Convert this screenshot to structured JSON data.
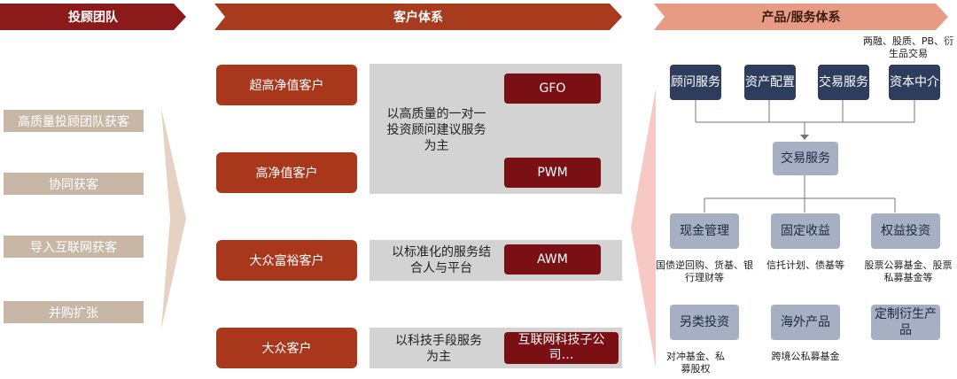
{
  "headers": {
    "advisor_team": "投顾团队",
    "customer_system": "客户体系",
    "product_service": "产品/服务体系"
  },
  "acquisition": {
    "items": [
      {
        "label": "高质量投顾团队获客"
      },
      {
        "label": "协同获客"
      },
      {
        "label": "导入互联网获客"
      },
      {
        "label": "并购扩张"
      }
    ]
  },
  "customers": {
    "tiers": [
      {
        "label": "超高净值客户"
      },
      {
        "label": "高净值客户"
      },
      {
        "label": "大众富裕客户"
      },
      {
        "label": "大众客户"
      }
    ],
    "service_modes": [
      {
        "label": "以高质量的一对一投资顾问建议服务为主"
      },
      {
        "label": "以标准化的服务结合人与平台"
      },
      {
        "label": "以科技手段服务为主"
      }
    ],
    "channels": [
      {
        "label": "GFO"
      },
      {
        "label": "PWM"
      },
      {
        "label": "AWM"
      },
      {
        "label": "互联网科技子公司…"
      }
    ]
  },
  "products": {
    "top_note": "两融、股质、PB、衍生品交易",
    "top": [
      {
        "label": "顾问服务"
      },
      {
        "label": "资产配置"
      },
      {
        "label": "交易服务"
      },
      {
        "label": "资本中介"
      }
    ],
    "center": {
      "label": "交易服务"
    },
    "categories": [
      {
        "label": "现金管理",
        "note": "国债逆回购、货基、银行理财等"
      },
      {
        "label": "固定收益",
        "note": "信托计划、债基等"
      },
      {
        "label": "权益投资",
        "note": "股票公募基金、股票私募基金等"
      },
      {
        "label": "另类投资",
        "note": "对冲基金、私募股权"
      },
      {
        "label": "海外产品",
        "note": "跨境公私募基金"
      },
      {
        "label": "定制衍生产品",
        "note": ""
      }
    ]
  },
  "colors": {
    "header_dark": "#8b1a1a",
    "header_mid": "#a83a1e",
    "header_light": "#e79a84",
    "customer_box": "#a8371c",
    "channel_tag": "#7a0f14",
    "acquisition_box": "#c8b6a6",
    "navy_box": "#2e3d5e",
    "slate_box": "#a7afc2",
    "grey_panel": "#d3d3d3"
  }
}
